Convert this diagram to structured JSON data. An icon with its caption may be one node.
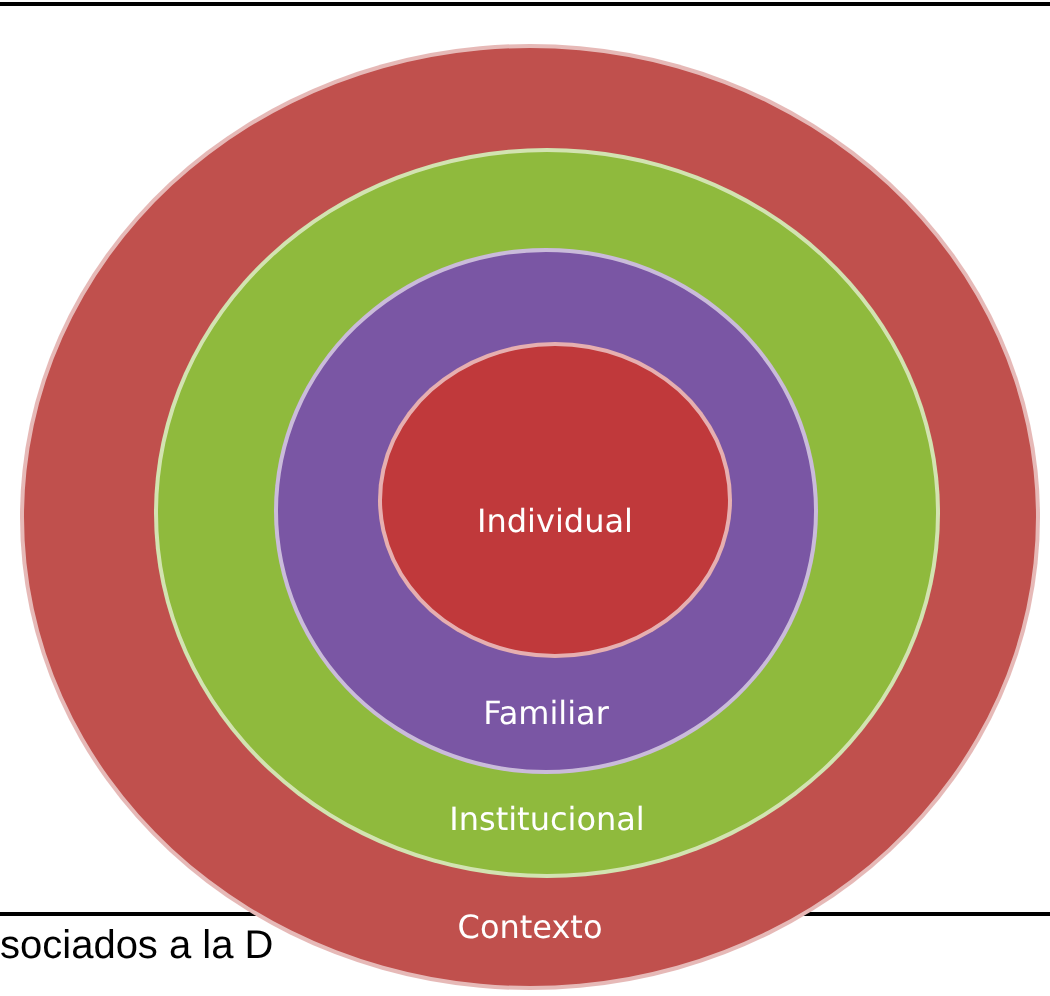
{
  "diagram": {
    "nodes": [
      {
        "text": [
          "Contexto"
        ]
      },
      {
        "text": [
          "Institucional"
        ],
        "in": 0
      },
      {
        "text": [
          "Familiar"
        ],
        "in": 1
      },
      {
        "text": [
          "Individual"
        ],
        "in": 2
      }
    ],
    "labels": [
      "sociados a la D"
    ]
  }
}
